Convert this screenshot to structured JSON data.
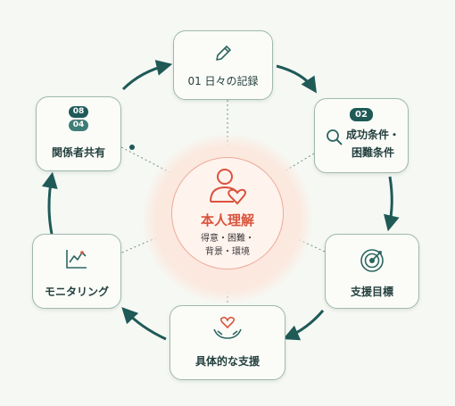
{
  "center": {
    "title": "本人理解",
    "sub_line1": "得意・困難・",
    "sub_line2": "背景・環境",
    "icon": "person-heart-icon"
  },
  "steps": [
    {
      "id": "record",
      "number": "01",
      "label": "日々の記録",
      "icon": "pencil-icon"
    },
    {
      "id": "conditions",
      "number": "02",
      "label_line1": "成功条件・",
      "label_line2": "困難条件",
      "icon": "magnifier-icon"
    },
    {
      "id": "goal",
      "label": "支援目標",
      "icon": "target-icon"
    },
    {
      "id": "support",
      "label": "具体的な支援",
      "icon": "heart-hands-icon"
    },
    {
      "id": "monitoring",
      "label": "モニタリング",
      "icon": "chart-icon"
    },
    {
      "id": "share",
      "number": "08",
      "number2": "04",
      "label": "関係者共有",
      "icon": "people-icon"
    }
  ],
  "colors": {
    "accent": "#d9533c",
    "teal": "#1f5a57",
    "border": "#9fb8ad",
    "background": "#f6f8f4"
  }
}
